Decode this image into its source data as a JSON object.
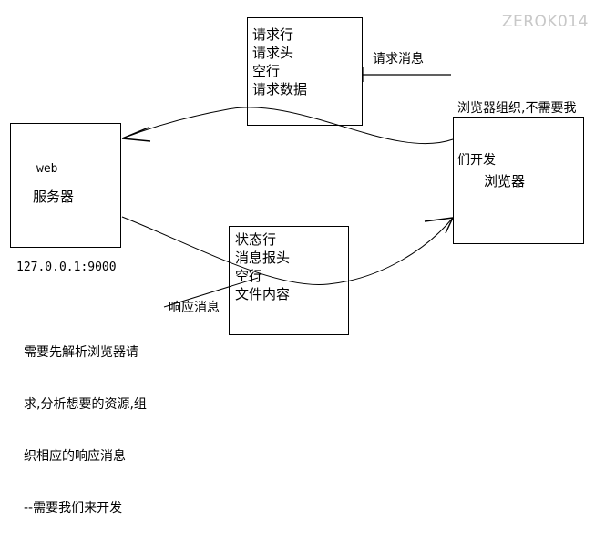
{
  "watermark": "ZEROK014",
  "nodes": {
    "web_server": {
      "title_en": "web",
      "title_cn": "服务器",
      "address": "127.0.0.1:9000"
    },
    "browser": {
      "title": "浏览器"
    },
    "request_message_box": {
      "lines": [
        "请求行",
        "请求头",
        "空行",
        "请求数据"
      ]
    },
    "response_message_box": {
      "lines": [
        "状态行",
        "消息报头",
        "空行",
        "文件内容"
      ]
    }
  },
  "edges": {
    "request_label": "请求消息",
    "response_label": "响应消息"
  },
  "annotations": {
    "browser_note": [
      "浏览器组织,不需要我",
      "们开发"
    ],
    "server_note": [
      "需要先解析浏览器请",
      "求,分析想要的资源,组",
      "织相应的响应消息",
      "--需要我们来开发"
    ]
  },
  "colors": {
    "stroke": "#000000",
    "background": "#ffffff",
    "watermark": "#c8c8c8"
  }
}
